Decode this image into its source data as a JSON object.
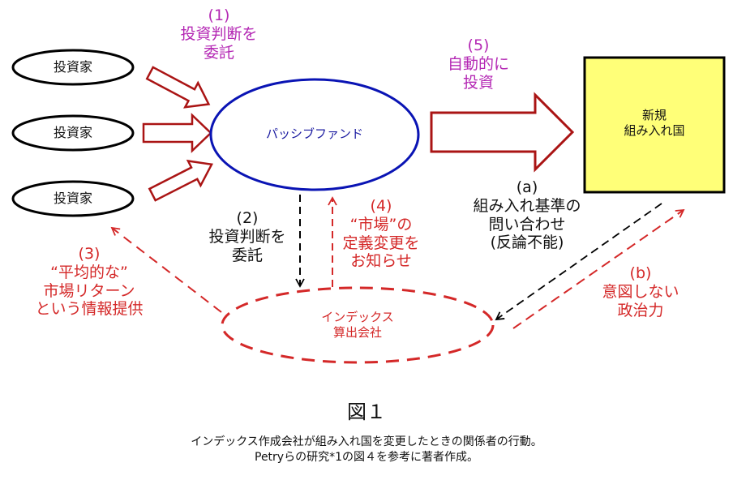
{
  "nodes": {
    "investors": [
      "投資家",
      "投資家",
      "投資家"
    ],
    "passive_fund": "パッシブファンド",
    "index_company": [
      "インデックス",
      "算出会社"
    ],
    "new_country": [
      "新規",
      "組み入れ国"
    ]
  },
  "labels": {
    "step1": {
      "number": "(1)",
      "lines": [
        "投資判断を",
        "委託"
      ]
    },
    "step2": {
      "number": "(2)",
      "lines": [
        "投資判断を",
        "委託"
      ]
    },
    "step3": {
      "number": "(3)",
      "lines": [
        "“平均的な”",
        "市場リターン",
        "という情報提供"
      ]
    },
    "step4": {
      "number": "(4)",
      "lines": [
        "“市場”の",
        "定義変更を",
        "お知らせ"
      ]
    },
    "step5": {
      "number": "(5)",
      "lines": [
        "自動的に",
        "投資"
      ]
    },
    "stepA": {
      "number": "(a)",
      "lines": [
        "組み入れ基準の",
        "問い合わせ",
        "(反論不能)"
      ]
    },
    "stepB": {
      "number": "(b)",
      "lines": [
        "意図しない",
        "政治力"
      ]
    }
  },
  "figure": {
    "title": "図１",
    "caption": [
      "インデックス作成会社が組み入れ国を変更したときの関係者の行動。",
      "Petryらの研究*1の図４を参考に著者作成。"
    ]
  },
  "colors": {
    "purple": "#b428b4",
    "red": "#d42828",
    "dark_red": "#aa1414",
    "blue": "#0a14b4",
    "yellow": "#ffff78",
    "black": "#000000"
  }
}
